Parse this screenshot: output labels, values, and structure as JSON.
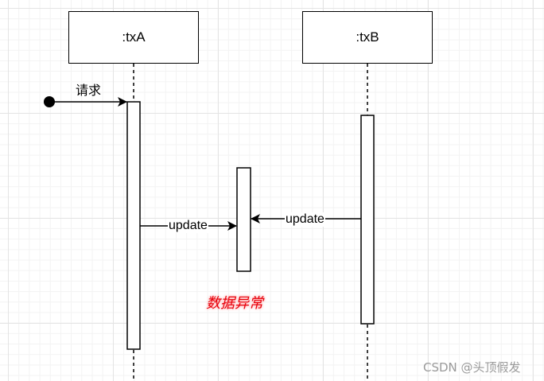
{
  "participants": [
    {
      "name": ":txA"
    },
    {
      "name": ":txB"
    }
  ],
  "messages": {
    "request_label": "请求",
    "update_a_label": "update",
    "update_b_label": "update"
  },
  "note": {
    "text": "数据异常",
    "color": "#e8000b"
  },
  "watermark": {
    "text": "CSDN @头顶假发"
  }
}
